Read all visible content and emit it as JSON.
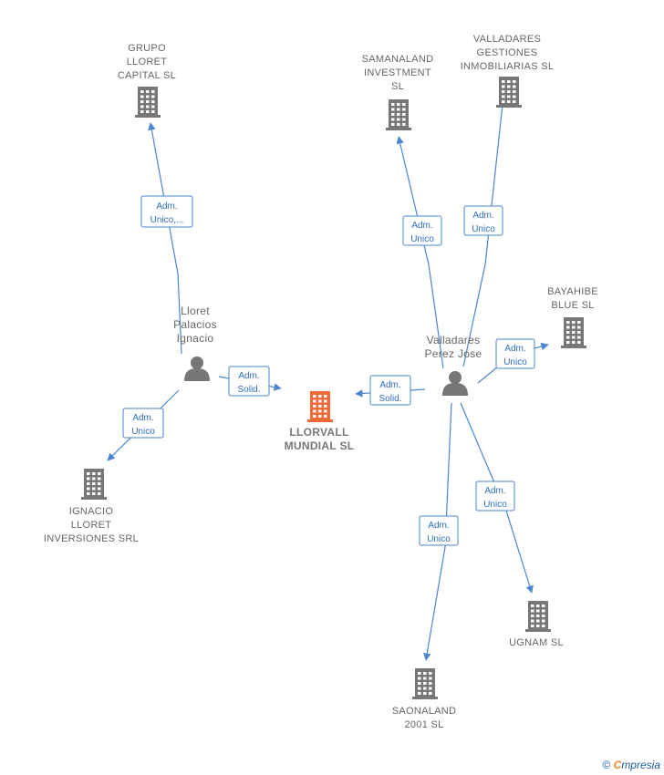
{
  "colors": {
    "edge": "#4a86cf",
    "company": "#777777",
    "main_company": "#f06a35",
    "person": "#777777"
  },
  "nodes": [
    {
      "id": "grupo",
      "type": "company",
      "lines": [
        "GRUPO",
        "LLORET",
        "CAPITAL  SL"
      ]
    },
    {
      "id": "samanaland",
      "type": "company",
      "lines": [
        "SAMANALAND",
        "INVESTMENT",
        "SL"
      ]
    },
    {
      "id": "valladares_gest",
      "type": "company",
      "lines": [
        "VALLADARES",
        "GESTIONES",
        "INMOBILIARIAS SL"
      ]
    },
    {
      "id": "bayahibe",
      "type": "company",
      "lines": [
        "BAYAHIBE",
        "BLUE  SL"
      ]
    },
    {
      "id": "lloret",
      "type": "person",
      "lines": [
        "Lloret",
        "Palacios",
        "Ignacio"
      ]
    },
    {
      "id": "valladares_p",
      "type": "person",
      "lines": [
        "Valladares",
        "Perez Jose"
      ]
    },
    {
      "id": "llorvall",
      "type": "main",
      "lines": [
        "LLORVALL",
        "MUNDIAL  SL"
      ]
    },
    {
      "id": "ignacio_srl",
      "type": "company",
      "lines": [
        "IGNACIO",
        "LLORET",
        "INVERSIONES SRL"
      ]
    },
    {
      "id": "ugnam",
      "type": "company",
      "lines": [
        "UGNAM  SL"
      ]
    },
    {
      "id": "saonaland",
      "type": "company",
      "lines": [
        "SAONALAND",
        "2001  SL"
      ]
    }
  ],
  "edges": [
    {
      "id": "e1",
      "from": "lloret",
      "to": "grupo",
      "label": [
        "Adm.",
        "Unico,..."
      ]
    },
    {
      "id": "e2",
      "from": "lloret",
      "to": "llorvall",
      "label": [
        "Adm.",
        "Solid."
      ]
    },
    {
      "id": "e3",
      "from": "lloret",
      "to": "ignacio_srl",
      "label": [
        "Adm.",
        "Unico"
      ]
    },
    {
      "id": "e4",
      "from": "valladares_p",
      "to": "samanaland",
      "label": [
        "Adm.",
        "Unico"
      ]
    },
    {
      "id": "e5",
      "from": "valladares_p",
      "to": "valladares_gest",
      "label": [
        "Adm.",
        "Unico"
      ]
    },
    {
      "id": "e6",
      "from": "valladares_p",
      "to": "bayahibe",
      "label": [
        "Adm.",
        "Unico"
      ]
    },
    {
      "id": "e7",
      "from": "valladares_p",
      "to": "llorvall",
      "label": [
        "Adm.",
        "Solid."
      ]
    },
    {
      "id": "e8",
      "from": "valladares_p",
      "to": "ugnam",
      "label": [
        "Adm.",
        "Unico"
      ]
    },
    {
      "id": "e9",
      "from": "valladares_p",
      "to": "saonaland",
      "label": [
        "Adm.",
        "Unico"
      ]
    }
  ],
  "footer": {
    "copyright": "©",
    "brand_first": "C",
    "brand_rest": "mpresia"
  }
}
